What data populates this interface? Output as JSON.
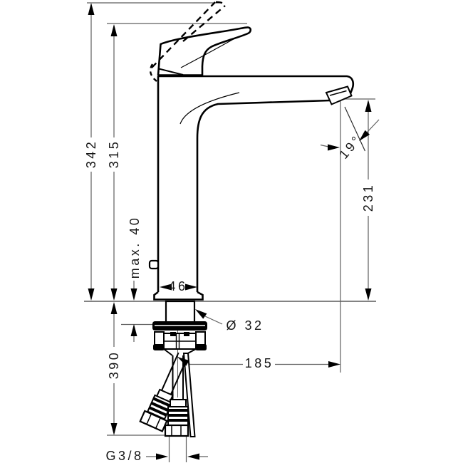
{
  "drawing": {
    "type": "technical-dimension-drawing",
    "subject": "single-lever basin mixer tap, side elevation with mounting parts",
    "line_color": "#000000",
    "dimension_line_color": "#606060",
    "background": "#ffffff"
  },
  "labels": {
    "overall_height": "342",
    "height_to_spout": "315",
    "max_deck_thickness": "max. 40",
    "body_width": "46",
    "shank_diameter": "Ø 32",
    "stream_angle": "19°",
    "outlet_height": "231",
    "spout_reach": "185",
    "hose_drop_length": "390",
    "thread_size": "G3/8"
  }
}
